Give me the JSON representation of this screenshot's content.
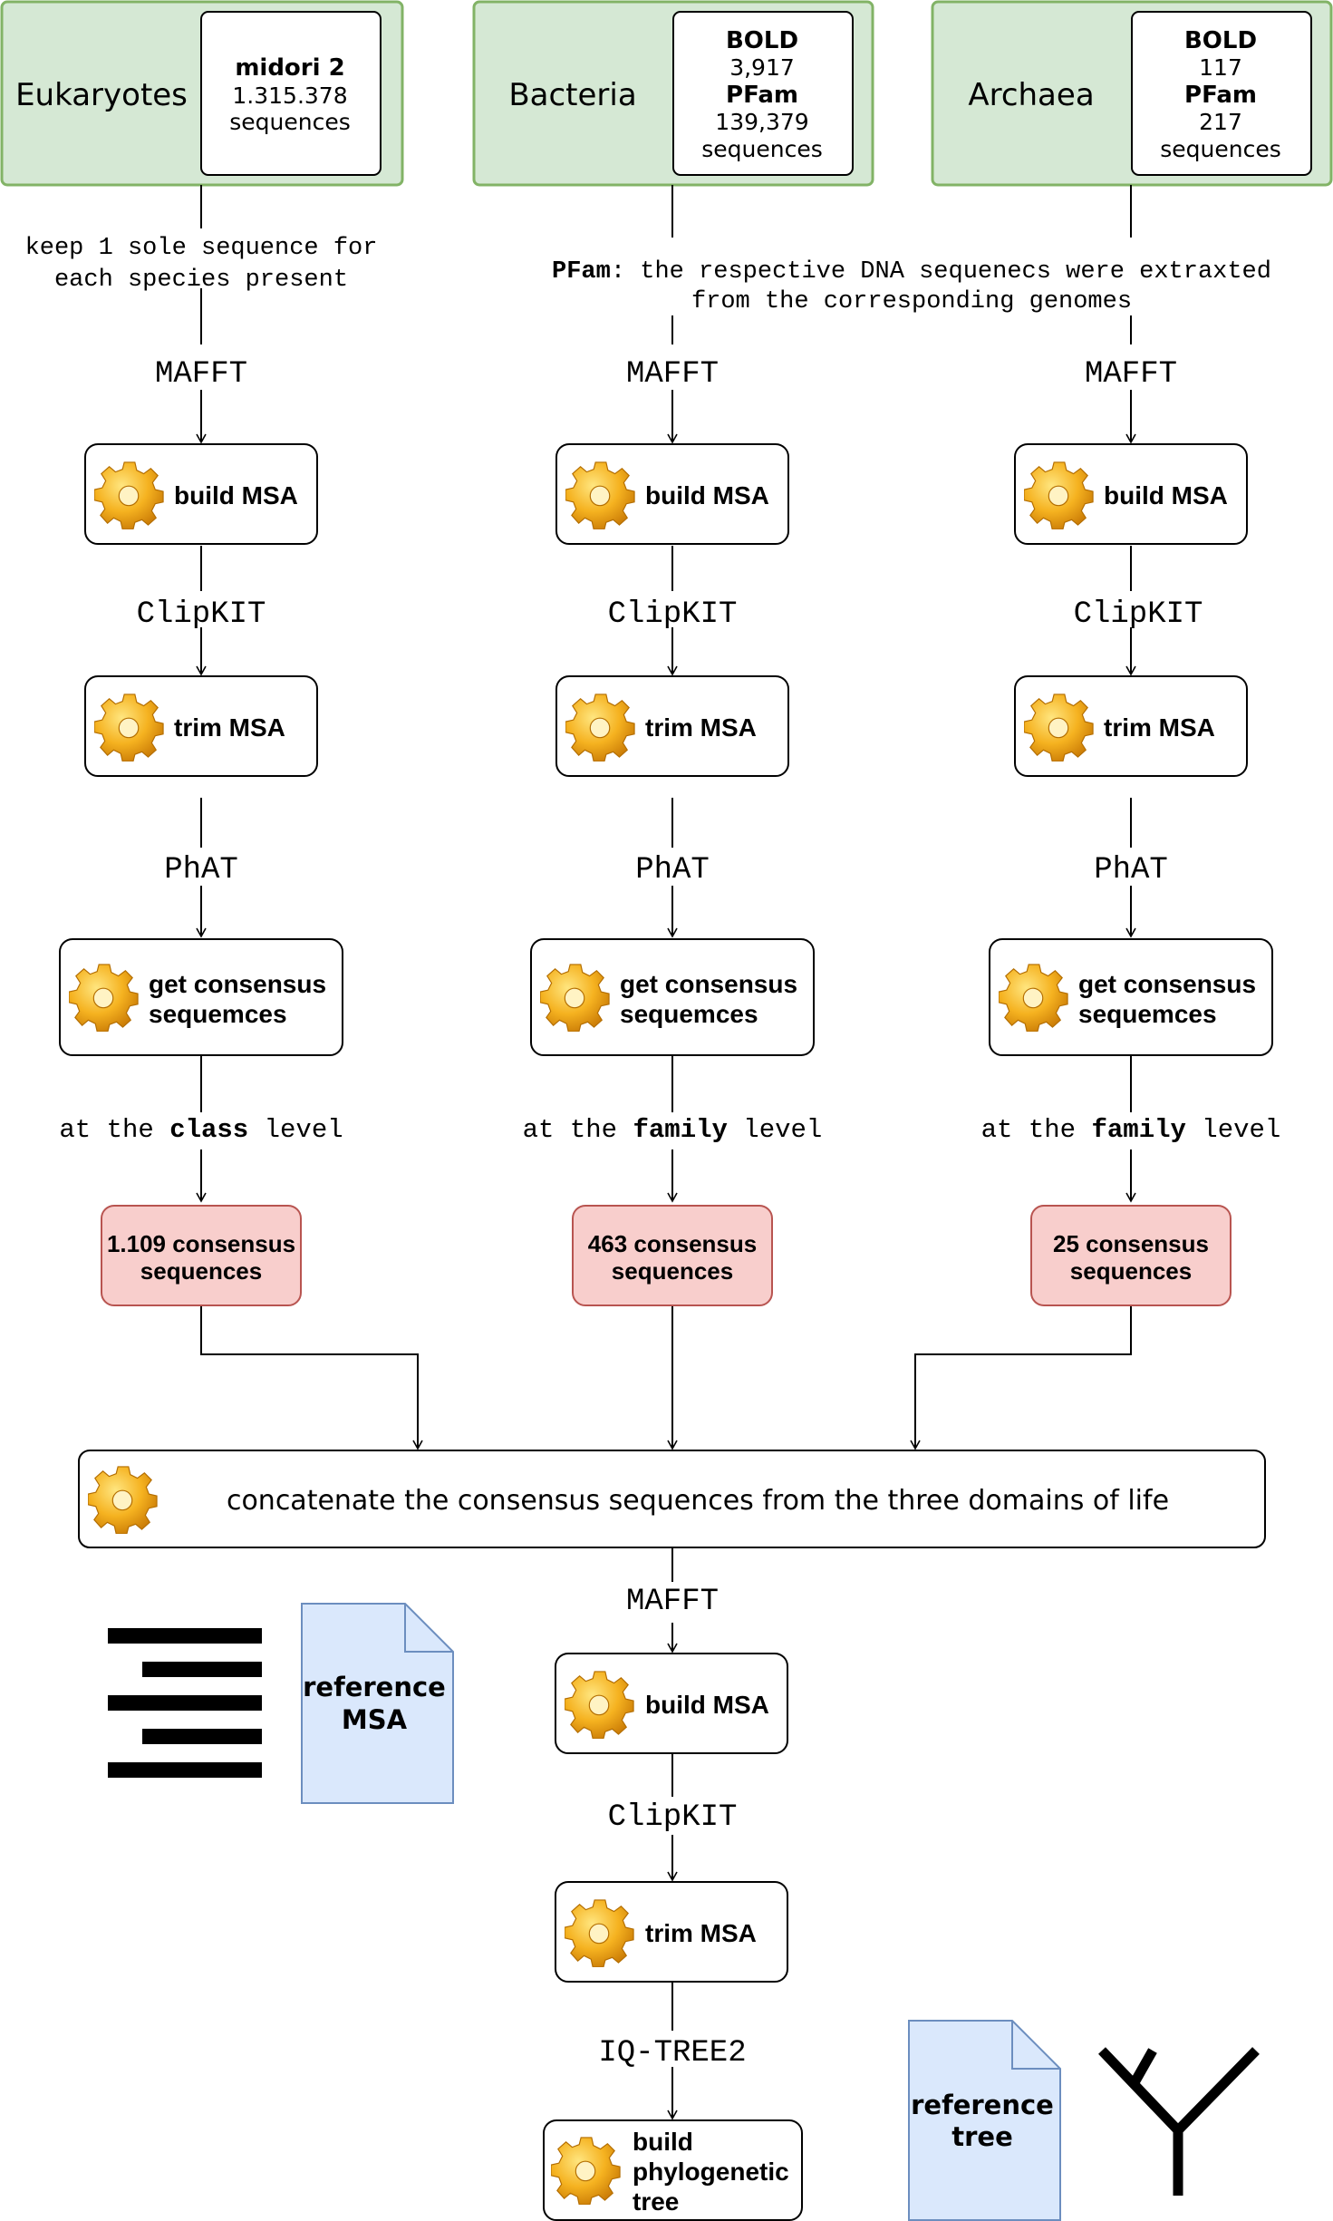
{
  "sources": {
    "eukaryotes": {
      "label": "Eukaryotes",
      "db_name": "midori 2",
      "db_count": "1.315.378",
      "db_unit": "sequences"
    },
    "bacteria": {
      "label": "Bacteria",
      "db1_name": "BOLD",
      "db1_count": "3,917",
      "db2_name": "PFam",
      "db2_count": "139,379",
      "db_unit": "sequences"
    },
    "archaea": {
      "label": "Archaea",
      "db1_name": "BOLD",
      "db1_count": "117",
      "db2_name": "PFam",
      "db2_count": "217",
      "db_unit": "sequences"
    }
  },
  "notes": {
    "eukaryotes_line1": "keep 1 sole sequence for",
    "eukaryotes_line2": "each species present",
    "pfam_bold": "PFam",
    "pfam_rest": ": the respective DNA sequenecs were extraxted",
    "pfam_line2": "from the corresponding genomes"
  },
  "tools": {
    "mafft": "MAFFT",
    "clipkit": "ClipKIT",
    "phat": "PhAT",
    "iqtree": "IQ-TREE2"
  },
  "steps": {
    "build_msa": "build MSA",
    "trim_msa": "trim MSA",
    "consensus_line1": "get consensus",
    "consensus_line2": "sequemces",
    "concatenate": "concatenate the consensus sequences from the three domains of life",
    "tree_line1": "build",
    "tree_line2": "phylogenetic",
    "tree_line3": "tree"
  },
  "levels": {
    "prefix": "at the ",
    "class": "class",
    "family": "family",
    "suffix": " level"
  },
  "results": {
    "eukaryotes_count": "1.109 consensus",
    "bacteria_count": "463 consensus",
    "archaea_count": "25 consensus",
    "unit": "sequences"
  },
  "outputs": {
    "msa_line1": "reference",
    "msa_line2": "MSA",
    "tree_line1": "reference",
    "tree_line2": "tree"
  },
  "colors": {
    "source_fill": "#d5e8d4",
    "source_stroke": "#82b366",
    "result_fill": "#f8cecc",
    "result_stroke": "#b85450",
    "doc_fill": "#dae8fc",
    "doc_stroke": "#6c8ebf"
  }
}
